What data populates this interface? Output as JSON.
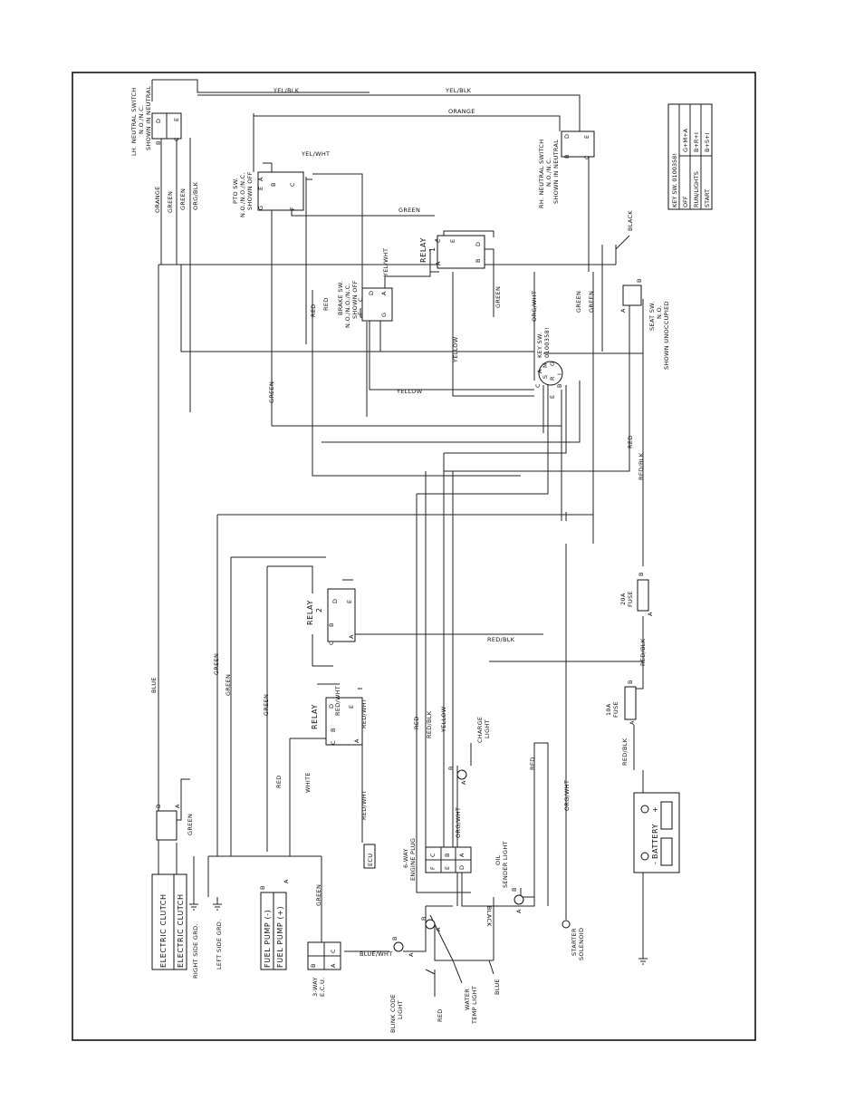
{
  "wire_colors": {
    "yel_blk": "YEL/BLK",
    "orange": "ORANGE",
    "yel_wht": "YEL/WHT",
    "green": "GREEN",
    "org_blk": "ORG/BLK",
    "red": "RED",
    "yellow": "YELLOW",
    "org_wht": "ORG/WHT",
    "black": "BLACK",
    "red_blk": "RED/BLK",
    "blue": "BLUE",
    "white": "WHITE",
    "red_wht": "RED/WHT",
    "blue_wht": "BLUE/WHT"
  },
  "components": {
    "lh_neutral": [
      "LH. NEUTRAL SWITCH",
      "N.O./N.C.",
      "SHOWN IN NEUTRAL"
    ],
    "rh_neutral": [
      "RH. NEUTRAL SWITCH",
      "N.O./N.C.",
      "SHOWN IN NEUTRAL"
    ],
    "pto_sw": [
      "PTO SW.",
      "N.O./N.O./N.C.",
      "SHOWN OFF"
    ],
    "brake_sw": [
      "BRAKE SW.",
      "N.O./N.O./N.C.",
      "SHOWN OFF"
    ],
    "relay1": [
      "RELAY",
      "1"
    ],
    "relay2": [
      "RELAY",
      "2"
    ],
    "relay3": "RELAY",
    "key_sw": [
      "KEY SW.",
      "0100358!"
    ],
    "seat_sw": [
      "SEAT SW.",
      "N.O.",
      "SHOWN UNOCCUPIED"
    ],
    "fuse20": [
      "20A",
      "FUSE"
    ],
    "fuse10": [
      "10A",
      "FUSE"
    ],
    "battery": "BATTERY",
    "battery_neg": "-",
    "battery_pos": "+",
    "engine_plug": [
      "6-WAY",
      "ENGINE PLUG"
    ],
    "charge_light": [
      "CHARGE",
      "LIGHT"
    ],
    "oil_sender": [
      "OIL",
      "SENDER LIGHT"
    ],
    "starter": [
      "STARTER",
      "SOLENOID"
    ],
    "water_temp": [
      "WATER",
      "TEMP LIGHT"
    ],
    "blink_code": [
      "BLINK CODE",
      "LIGHT"
    ],
    "ecu3": [
      "3-WAY",
      "E.C.U."
    ],
    "ecu": "ECU",
    "clutch1": "ELECTRIC CLUTCH",
    "clutch2": "ELECTRIC CLUTCH",
    "fuel_neg": "FUEL PUMP (-)",
    "fuel_pos": "FUEL PUMP (+)",
    "right_gnd": "RIGHT SIDE GRD.",
    "left_gnd": "LEFT SIDE GRD."
  },
  "pins": {
    "A": "A",
    "B": "B",
    "C": "C",
    "D": "D",
    "E": "E",
    "F": "F",
    "G": "G",
    "R": "R",
    "M": "M",
    "S": "S",
    "I": "I"
  },
  "key_table": {
    "title": "KEY SW. 0100358!",
    "rows": [
      [
        "OFF",
        "G+M+A"
      ],
      [
        "RUN/LIGHTS",
        "B+R+I"
      ],
      [
        "START",
        "B+S+I"
      ]
    ]
  }
}
